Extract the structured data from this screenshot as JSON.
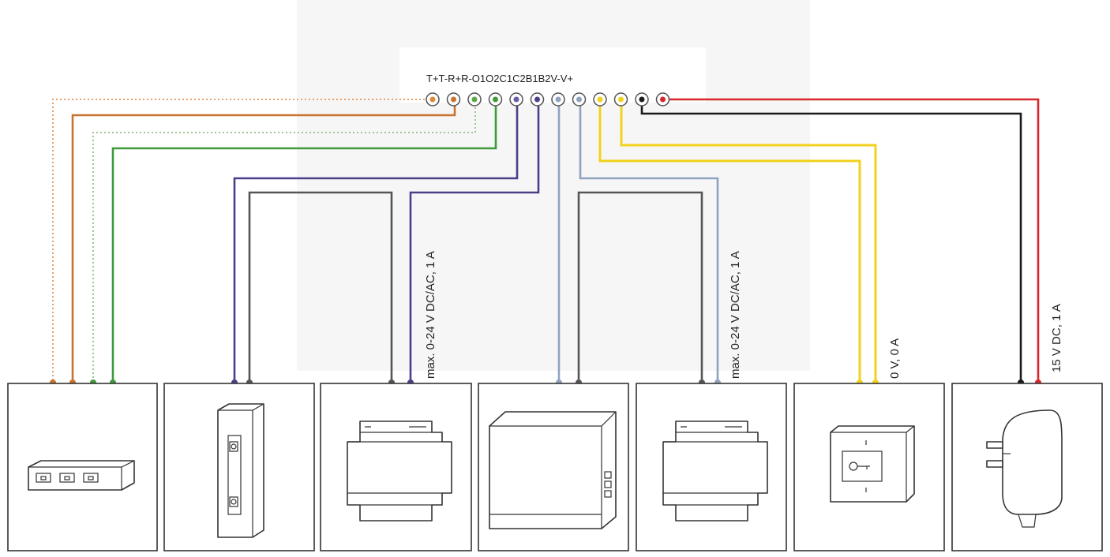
{
  "terminal_strip_label": "T+T-R+R-O1O2C1C2B1B2V-V+",
  "terminals": [
    {
      "name": "T+",
      "color": "#e0873a",
      "dotted": true
    },
    {
      "name": "T-",
      "color": "#c8732e",
      "dotted": false
    },
    {
      "name": "R+",
      "color": "#5aa845",
      "dotted": true
    },
    {
      "name": "R-",
      "color": "#3f9a3a",
      "dotted": false
    },
    {
      "name": "O1",
      "color": "#6a5aa8",
      "dotted": false
    },
    {
      "name": "O2",
      "color": "#4b3f8a",
      "dotted": false
    },
    {
      "name": "C1",
      "color": "#8fa3c0",
      "dotted": false
    },
    {
      "name": "C2",
      "color": "#8fa3c0",
      "dotted": false
    },
    {
      "name": "B1",
      "color": "#f2d21e",
      "dotted": false
    },
    {
      "name": "B2",
      "color": "#f2d21e",
      "dotted": false
    },
    {
      "name": "V-",
      "color": "#1a1a1a",
      "dotted": false
    },
    {
      "name": "V+",
      "color": "#d8262b",
      "dotted": false
    }
  ],
  "labels": {
    "relay1": "max. 0-24 V DC/AC, 1 A",
    "relay2": "max. 0-24 V DC/AC, 1 A",
    "button": "0 V, 0 A",
    "power": "15 V DC, 1 A"
  },
  "devices": [
    {
      "name": "network-switch"
    },
    {
      "name": "electric-door-strike"
    },
    {
      "name": "din-rail-relay-module"
    },
    {
      "name": "din-rail-main-unit"
    },
    {
      "name": "din-rail-relay-module"
    },
    {
      "name": "exit-button"
    },
    {
      "name": "power-adapter"
    }
  ]
}
